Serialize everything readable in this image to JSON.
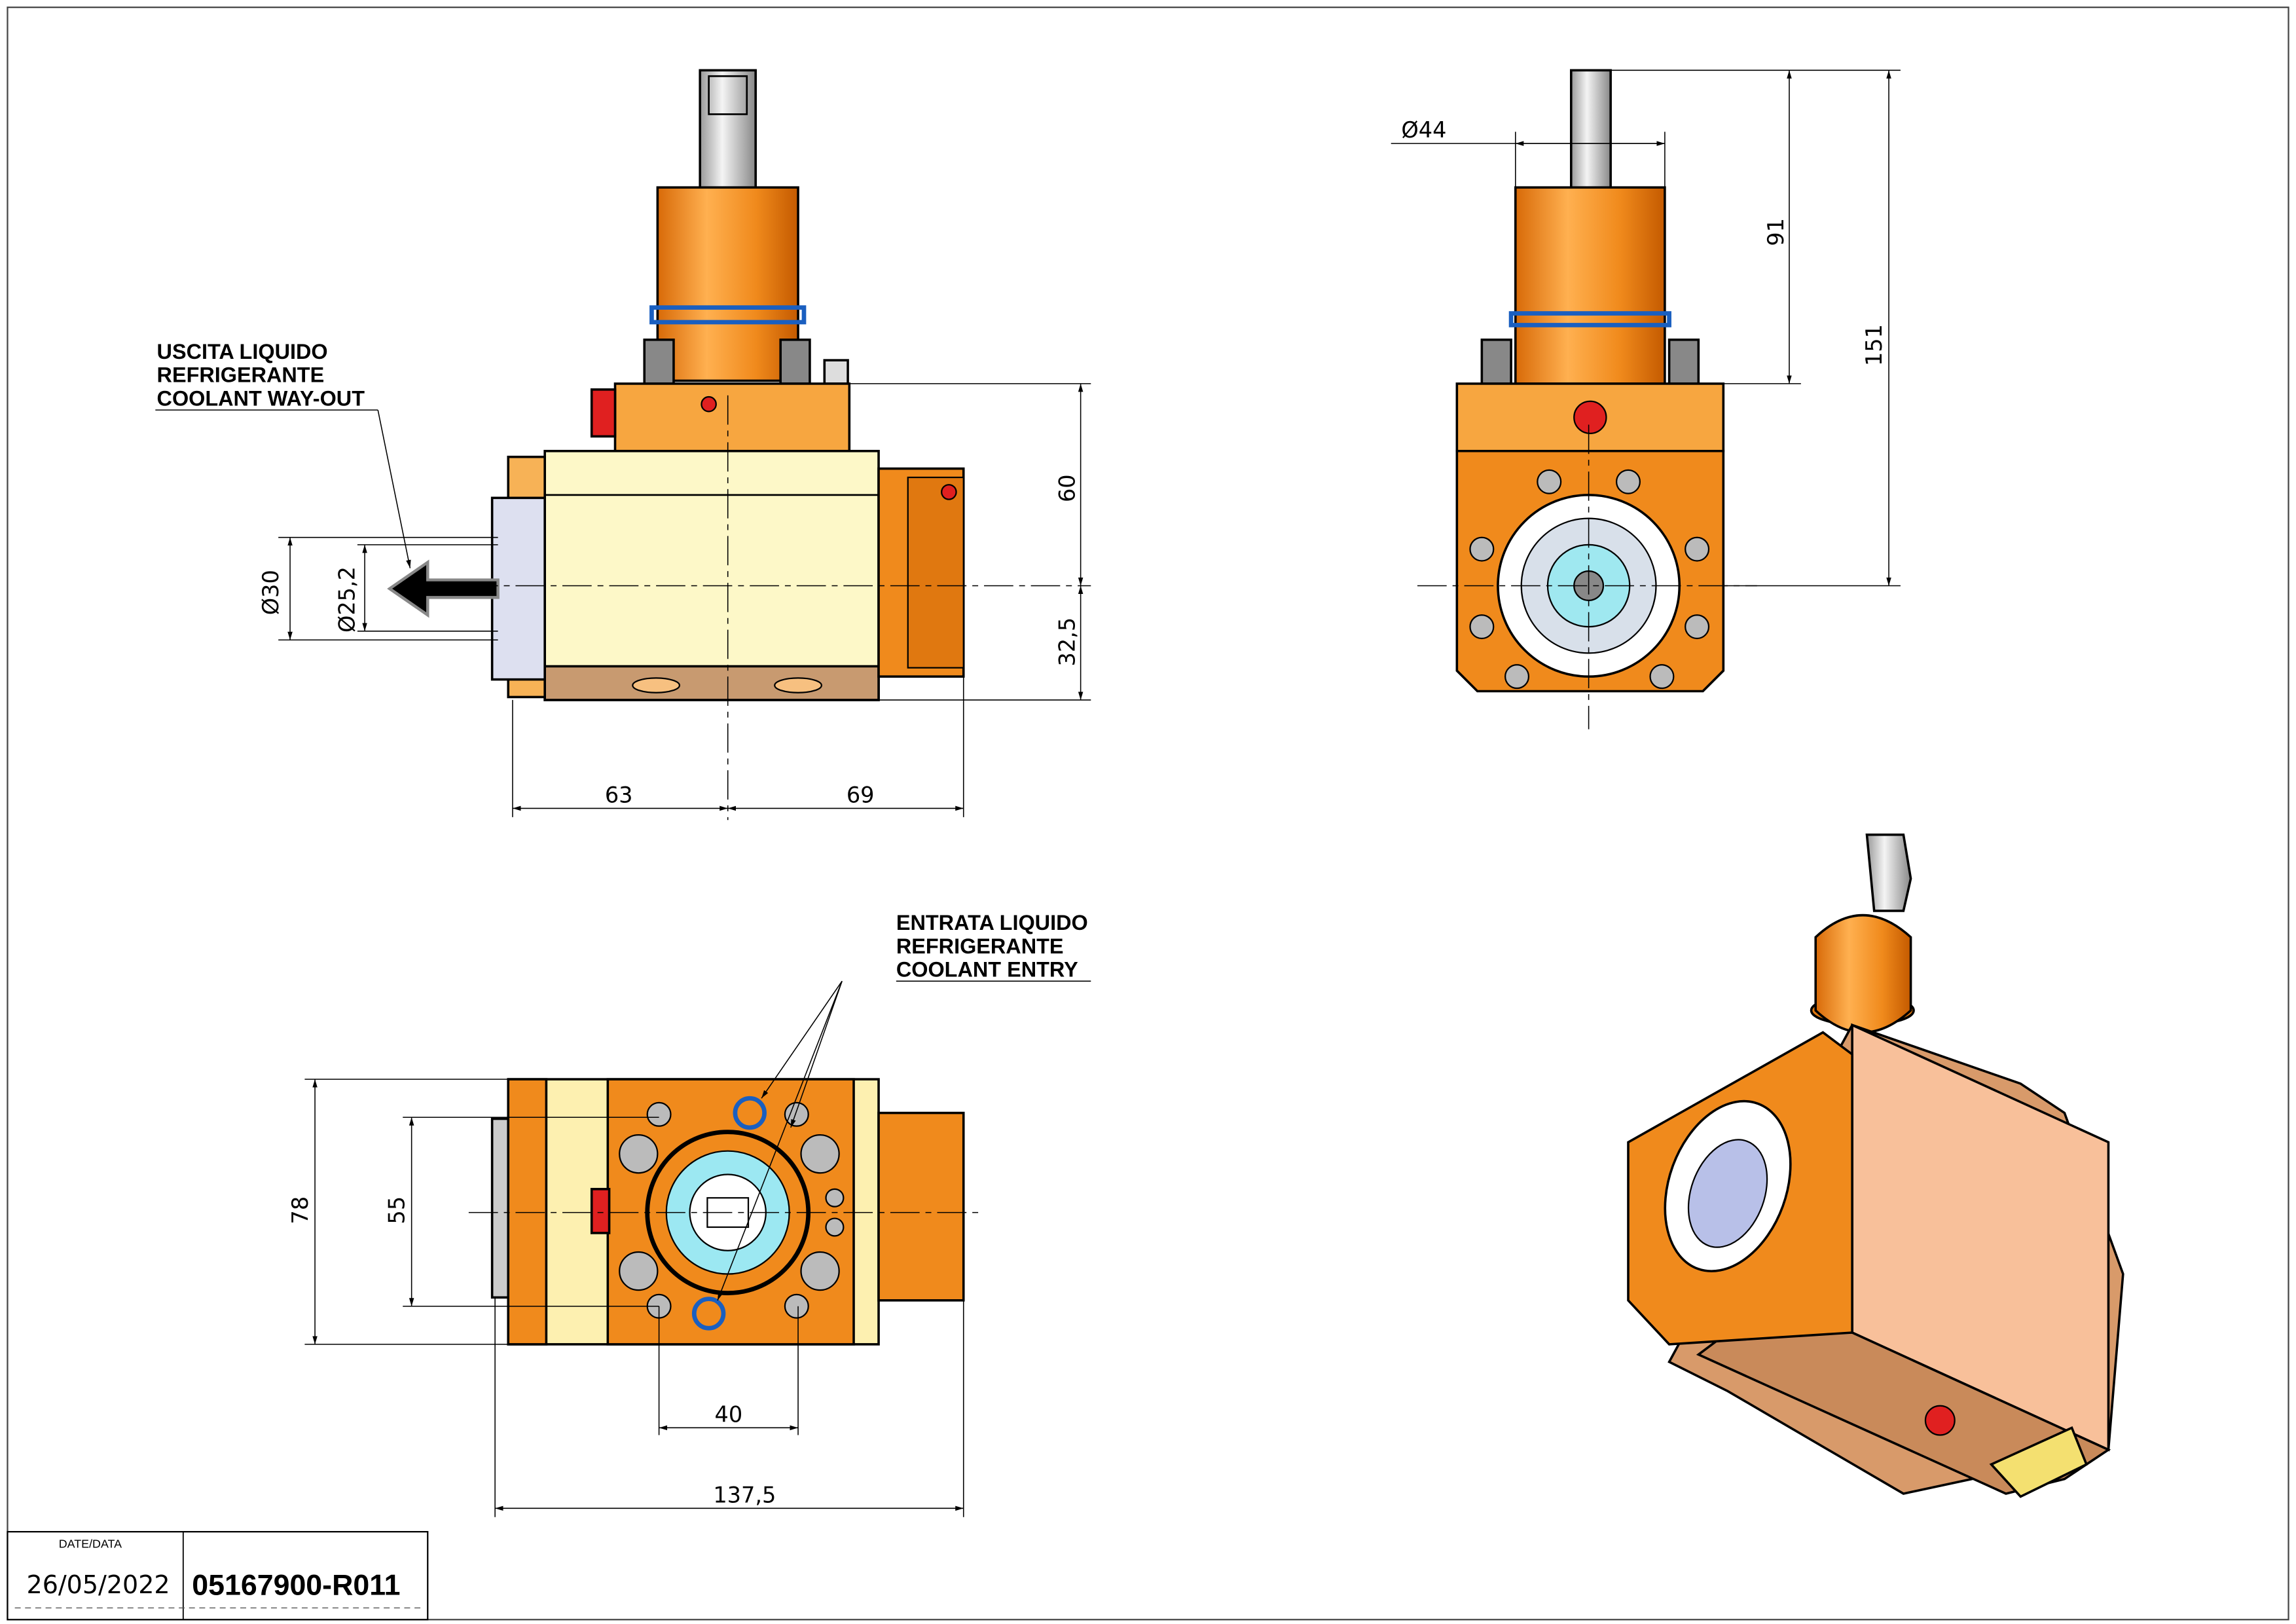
{
  "labels": {
    "coolant_out": [
      "USCITA LIQUIDO",
      "REFRIGERANTE",
      "COOLANT WAY-OUT"
    ],
    "coolant_in": [
      "ENTRATA LIQUIDO",
      "REFRIGERANTE",
      "COOLANT ENTRY"
    ]
  },
  "dimensions": {
    "front": {
      "d30": "30",
      "d25_2": "25,2",
      "h60": "60",
      "h32_5": "32,5",
      "w63": "63",
      "w69": "69"
    },
    "side": {
      "d44": "44",
      "h91": "91",
      "h151": "151"
    },
    "bottom": {
      "h78": "78",
      "h55": "55",
      "w40": "40",
      "w137_5": "137,5"
    },
    "diameter_symbol": "Ø"
  },
  "title_block": {
    "date_label": "DATE/DATA",
    "date": "26/05/2022",
    "drawing_number": "05167900-R011"
  },
  "colors": {
    "orange": "#f08a1c",
    "light_orange": "#f7b256",
    "cream": "#fdf8c8",
    "brown": "#c89a70",
    "blue": "#1a6bd0",
    "red": "#e02020"
  }
}
